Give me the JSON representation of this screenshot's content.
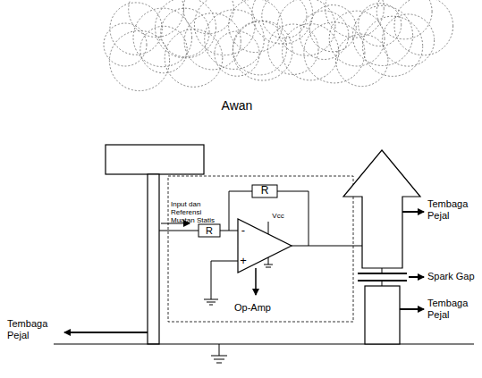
{
  "diagram": {
    "labels": [
      "Awan",
      "Tembaga Pejal",
      "Input dan Referensi Muatan Statis",
      "R",
      "R",
      "-",
      "Vcc",
      "+",
      "Spark Gap",
      "Tembaga Pejal",
      "Tembaga Pejal",
      "Op-Amp"
    ]
  }
}
